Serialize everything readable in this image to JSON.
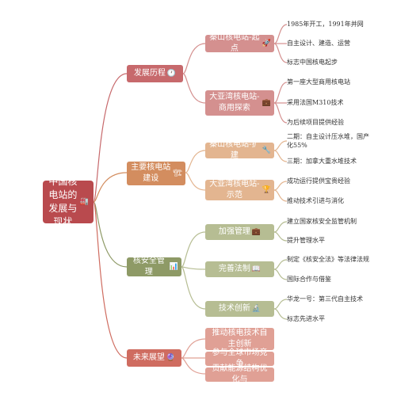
{
  "root": {
    "label": "中国核电站的发展与现状",
    "icon": "🏭"
  },
  "branches": [
    {
      "label": "发展历程",
      "icon": "🕐",
      "children": [
        {
          "label": "秦山核电站-起点",
          "icon": "🚀",
          "leaves": [
            "1985年开工，1991年并网",
            "自主设计、建造、运营",
            "标志中国核电起步"
          ]
        },
        {
          "label": "大亚湾核电站-商用探索",
          "icon": "💼",
          "leaves": [
            "第一座大型商用核电站",
            "采用法国M310技术",
            "为后续项目提供经验"
          ]
        }
      ]
    },
    {
      "label": "主要核电站建设",
      "icon": "🏗",
      "children": [
        {
          "label": "秦山核电站-扩建",
          "icon": "🔧",
          "leaves": [
            "二期：自主设计压水堆，国产化55%",
            "三期：加拿大重水堆技术"
          ]
        },
        {
          "label": "大亚湾核电站-示范",
          "icon": "🏆",
          "leaves": [
            "成功运行提供宝贵经验",
            "推动技术引进与消化"
          ]
        }
      ]
    },
    {
      "label": "核安全管理",
      "icon": "📊",
      "children": [
        {
          "label": "加强管理",
          "icon": "💼",
          "leaves": [
            "建立国家核安全监管机制",
            "提升管理水平"
          ]
        },
        {
          "label": "完善法制",
          "icon": "📖",
          "leaves": [
            "制定《核安全法》等法律法规",
            "国际合作与借鉴"
          ]
        },
        {
          "label": "技术创新",
          "icon": "🔬",
          "leaves": [
            "华龙一号：第三代自主技术",
            "标志先进水平"
          ]
        }
      ]
    },
    {
      "label": "未来展望",
      "icon": "🔮",
      "children": [
        {
          "label": "推动核电技术自主创新",
          "icon": "",
          "leaves": []
        },
        {
          "label": "参与全球市场竞争",
          "icon": "",
          "leaves": []
        },
        {
          "label": "贡献能源结构优化与",
          "icon": "",
          "leaves": []
        }
      ]
    }
  ],
  "colors": {
    "branch1": "#c7696c",
    "branch2": "#d38d5f",
    "branch3": "#8e9a66",
    "branch4": "#cf6c60"
  }
}
